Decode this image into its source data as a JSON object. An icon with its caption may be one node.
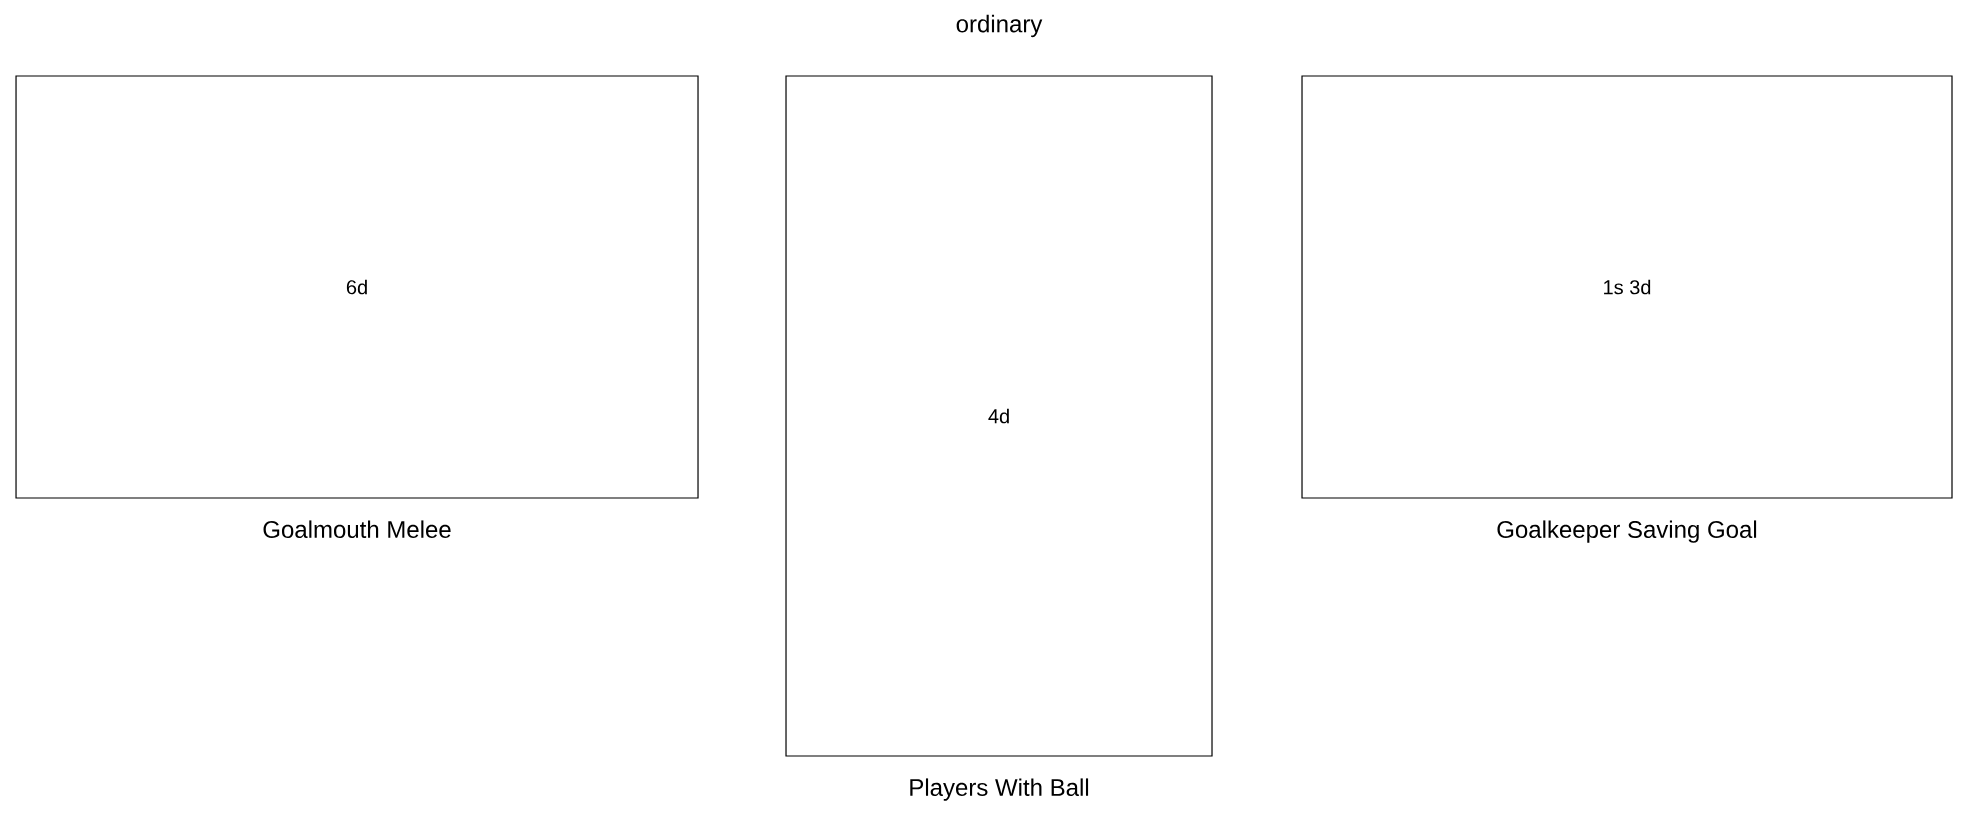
{
  "diagram": {
    "nodes": [
      {
        "text": [
          "6d"
        ],
        "beside": [
          "Goalmouth Melee"
        ]
      },
      {
        "text": [
          "4d"
        ],
        "beside": [
          "Players With Ball"
        ]
      },
      {
        "text": [
          "1s 3d"
        ],
        "beside": [
          "Goalkeeper Saving Goal"
        ]
      }
    ],
    "labels": [
      "ordinary"
    ]
  }
}
